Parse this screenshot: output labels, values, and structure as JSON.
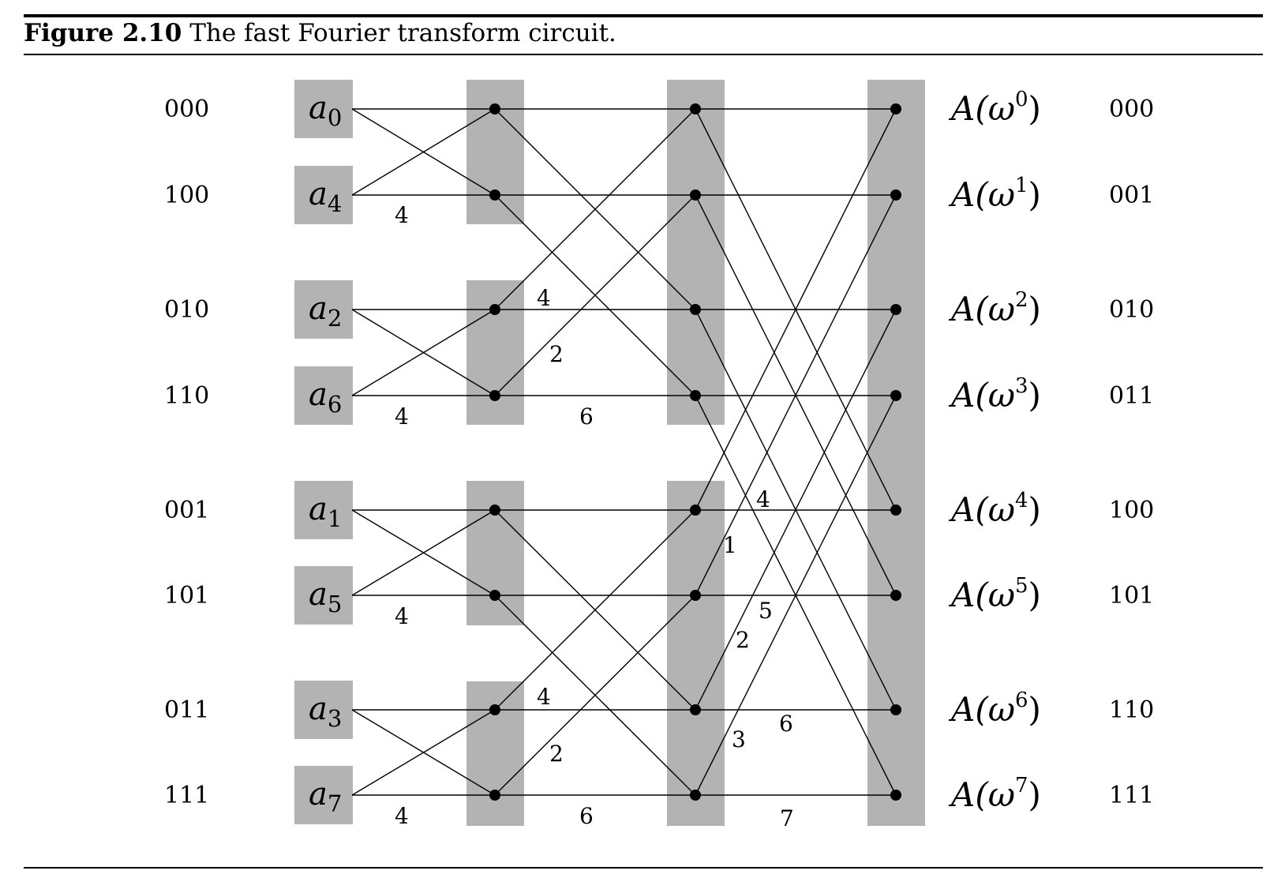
{
  "caption": {
    "label": "Figure 2.10",
    "text": " The fast Fourier transform circuit."
  },
  "left_indices": [
    "000",
    "100",
    "010",
    "110",
    "001",
    "101",
    "011",
    "111"
  ],
  "inputs": [
    {
      "base": "a",
      "sub": "0"
    },
    {
      "base": "a",
      "sub": "4"
    },
    {
      "base": "a",
      "sub": "2"
    },
    {
      "base": "a",
      "sub": "6"
    },
    {
      "base": "a",
      "sub": "1"
    },
    {
      "base": "a",
      "sub": "5"
    },
    {
      "base": "a",
      "sub": "3"
    },
    {
      "base": "a",
      "sub": "7"
    }
  ],
  "outputs": [
    {
      "prefix": "A(ω",
      "sup": "0",
      "suffix": ")"
    },
    {
      "prefix": "A(ω",
      "sup": "1",
      "suffix": ")"
    },
    {
      "prefix": "A(ω",
      "sup": "2",
      "suffix": ")"
    },
    {
      "prefix": "A(ω",
      "sup": "3",
      "suffix": ")"
    },
    {
      "prefix": "A(ω",
      "sup": "4",
      "suffix": ")"
    },
    {
      "prefix": "A(ω",
      "sup": "5",
      "suffix": ")"
    },
    {
      "prefix": "A(ω",
      "sup": "6",
      "suffix": ")"
    },
    {
      "prefix": "A(ω",
      "sup": "7",
      "suffix": ")"
    }
  ],
  "right_indices": [
    "000",
    "001",
    "010",
    "011",
    "100",
    "101",
    "110",
    "111"
  ],
  "edge_weights": {
    "stage1": [
      "4",
      "4",
      "4",
      "4"
    ],
    "stage2": [
      "4",
      "2",
      "6",
      "4",
      "2",
      "6"
    ],
    "stage3": [
      "4",
      "1",
      "5",
      "2",
      "6",
      "3",
      "7"
    ]
  },
  "colors": {
    "box_fill": "#b3b3b3",
    "line": "#000000"
  }
}
